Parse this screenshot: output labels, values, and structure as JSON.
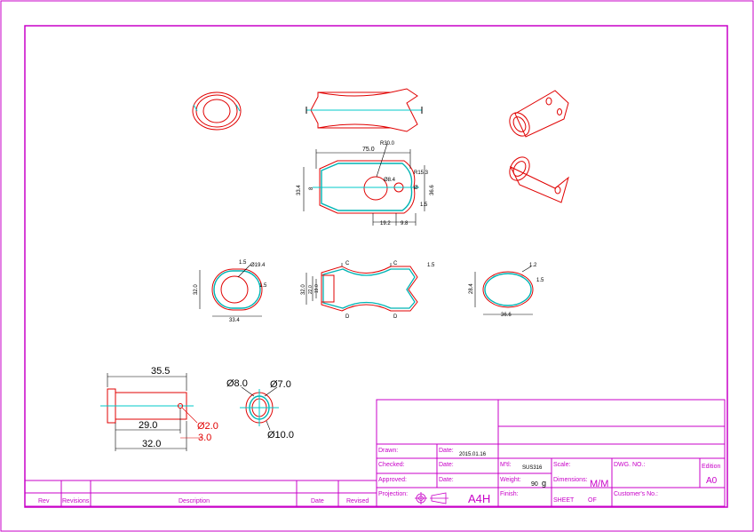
{
  "colors": {
    "frame": "#c800c8",
    "geometry": "#e00000",
    "centerline": "#00c8c8",
    "dimension": "#000000",
    "thread": "#00b4b4"
  },
  "views": {
    "front_view": {
      "overall_length": "75.0",
      "top_label": "R30.0",
      "hole_large": "Ø8.4",
      "hole_small_r": "R15.3",
      "small": "Ø",
      "height_left": "33.4",
      "height_right": "36.6",
      "inner": "8",
      "right_small": "1.5",
      "bottom_left": "19.2",
      "bottom_right": "9.8"
    },
    "section_left": {
      "dia": "Ø19.4",
      "thk": "1.5",
      "top_small": "1.5",
      "height": "32.0",
      "width": "33.4"
    },
    "section_mid": {
      "c_left": "C",
      "c_right": "C",
      "d_left": "D",
      "d_right": "D",
      "right_dim": "1.5",
      "h1": "32.0",
      "h2": "22.0",
      "h3": "19.0"
    },
    "section_right": {
      "top": "1.2",
      "right": "1.5",
      "height": "28.4",
      "width": "36.6"
    },
    "pin": {
      "length": "35.5",
      "body": "29.0",
      "total": "32.0",
      "hole": "Ø2.0",
      "offset": "3.0"
    },
    "washer": {
      "outer": "Ø8.0",
      "inner": "Ø7.0",
      "bottom": "Ø10.0"
    }
  },
  "title_block": {
    "drawn_label": "Drawn:",
    "date_label": "Date:",
    "date_value": "2015.01.16",
    "checked_label": "Checked:",
    "checked_date_label": "Date:",
    "mtl_label": "M'tl:",
    "mtl_value": "SUS316",
    "scale_label": "Scale:",
    "dwg_label": "DWG. NO.:",
    "edition_label": "Edition",
    "edition_value": "A0",
    "approved_label": "Approved:",
    "approved_date_label": "Date:",
    "weight_label": "Weight:",
    "weight_value": "90",
    "weight_unit": "g",
    "dimensions_label": "Dimensions:",
    "dimensions_value": "M/M",
    "projection_label": "Projection:",
    "paper_size": "A4H",
    "finish_label": "Finish:",
    "sheet_label": "SHEET",
    "of_label": "OF",
    "customer_label": "Customer's No.:"
  },
  "revision_block": {
    "rev": "Rev",
    "revisions": "Revisions",
    "description": "Description",
    "date": "Date",
    "revised": "Revised"
  }
}
